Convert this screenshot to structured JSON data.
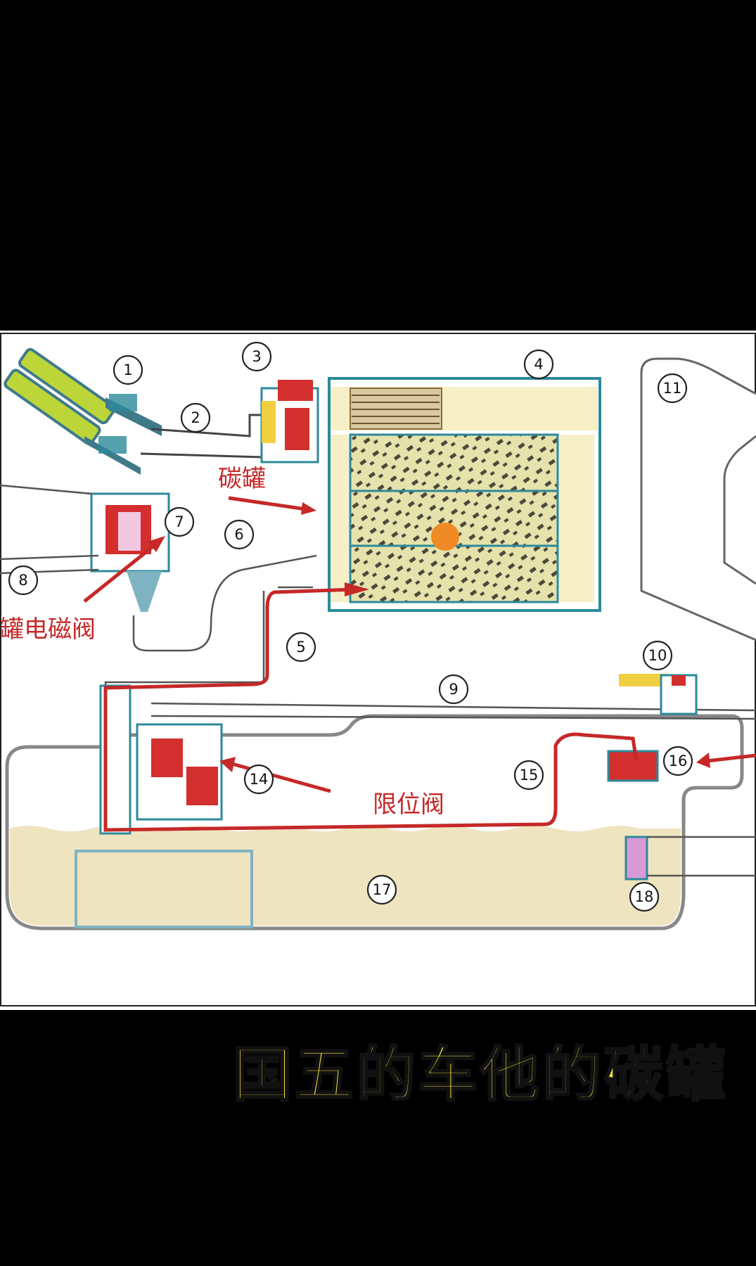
{
  "caption": "国五的车他的碳罐",
  "labels": {
    "canister": "碳罐",
    "solenoid": "罐电磁阀",
    "limit_valve": "限位阀"
  },
  "part_numbers": [
    "1",
    "2",
    "3",
    "4",
    "5",
    "6",
    "7",
    "8",
    "9",
    "10",
    "11",
    "14",
    "15",
    "16",
    "17",
    "18"
  ],
  "colors": {
    "annotation_red": "#c62828",
    "fuel_beige": "#efe4c0",
    "canister_fill": "#e8e3b0",
    "valve_red": "#d32f2f",
    "pipe_teal": "#2b8a9a",
    "caption_yellow": "#f1e23a"
  }
}
